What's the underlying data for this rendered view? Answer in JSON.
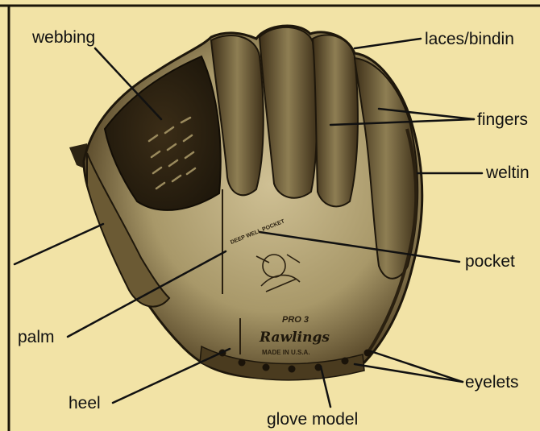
{
  "labels": {
    "webbing": "webbing",
    "laces": "laces/bindin",
    "fingers": "fingers",
    "welting": "weltin",
    "pocket": "pocket",
    "palm": "palm",
    "heel": "heel",
    "eyelets": "eyelets",
    "glove_model": "glove model"
  },
  "glove_stamp": {
    "pocket_stamp": "DEEP WELL POCKET",
    "model": "PRO 3",
    "brand": "Rawlings",
    "origin": "MADE IN U.S.A."
  },
  "colors": {
    "background": "#f2e3a6",
    "leather_dark": "#3b2d17",
    "leather_mid": "#7a6a44",
    "leather_light": "#c7b887",
    "ink": "#111111"
  }
}
